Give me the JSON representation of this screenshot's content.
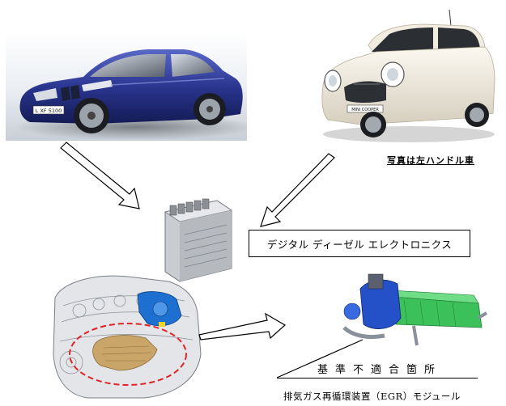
{
  "photos": {
    "bmw_plate": "L XF 5100",
    "mini_plate": "MINI COOPER"
  },
  "caption_lhd": "写真は左ハンドル車",
  "ecu_label": "デジタル ディーゼル エレクトロニクス",
  "nonconformity_label": "基準不適合箇所",
  "egr_caption": "排気ガス再循環装置（EGR）モジュール",
  "icons": [
    "bmw-car-icon",
    "mini-car-icon",
    "ecu-unit-icon",
    "diesel-engine-icon",
    "egr-module-icon",
    "hollow-arrow-icon",
    "pointer-line-icon",
    "dashed-ellipse-icon"
  ],
  "colors": {
    "bmw_body": "#2a3690",
    "mini_body": "#f1ece0",
    "engine_highlight": "#c9a56a",
    "turbo_blue": "#1d6fd0",
    "egr_green": "#3cc05a",
    "egr_blue": "#2450c8",
    "ellipse_red": "#e0242a"
  }
}
